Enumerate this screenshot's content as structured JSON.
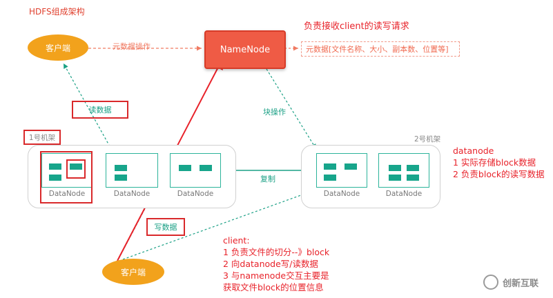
{
  "title": "HDFS组成架构",
  "client_label": "客户端",
  "namenode_label": "NameNode",
  "namenode_desc": "负责接收client的读写请求",
  "metadata_label": "元数据[文件名称、大小、副本数、位置等]",
  "meta_op_label": "元数据操作",
  "read_label": "读数据",
  "write_label": "写数据",
  "block_op_label": "块操作",
  "replicate_label": "复制",
  "rack1_label": "1号机架",
  "rack2_label": "2号机架",
  "datanode_label": "DataNode",
  "datanode_notes": [
    "datanode",
    "1 实际存储block数据",
    "2 负责block的读写数据"
  ],
  "client_notes": [
    "client:",
    "1 负责文件的切分--》block",
    "2 向datanode写/读数据",
    "3 与namenode交互主要是",
    "获取文件block的位置信息"
  ],
  "watermark": "创新互联",
  "colors": {
    "client": "#f2a21c",
    "namenode": "#ef5b45",
    "teal": "#17a58b",
    "red": "#e8222a"
  }
}
